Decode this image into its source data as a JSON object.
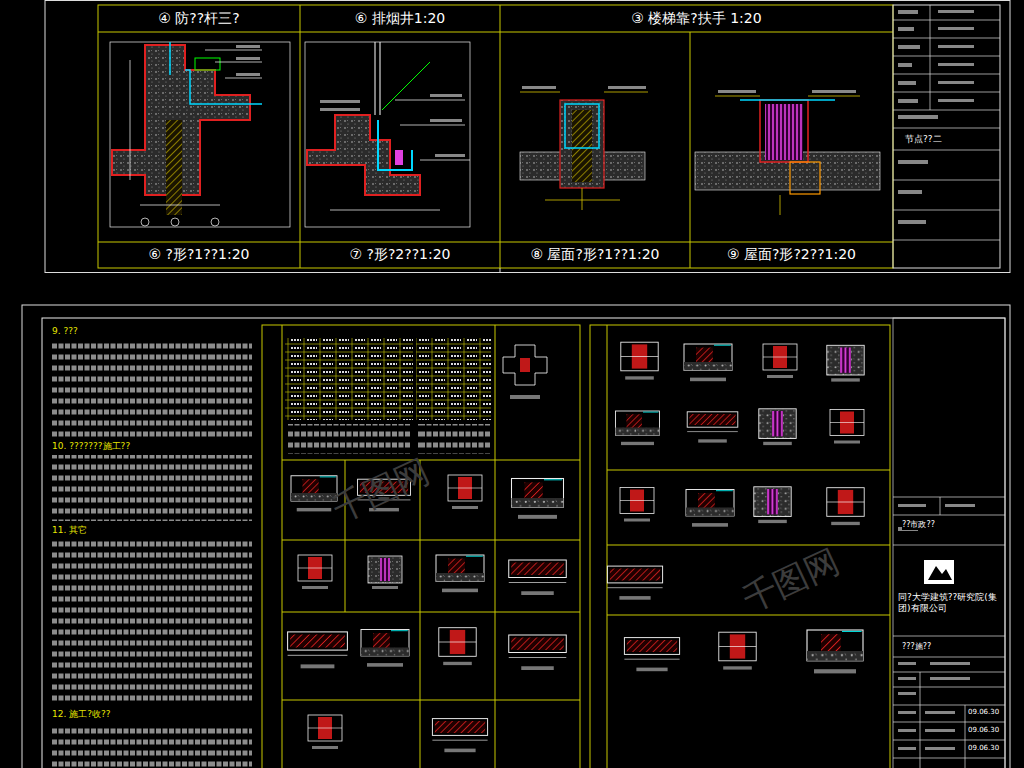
{
  "diagram": {
    "nodes": [
      {
        "text": [
          "④ 防??杆三?"
        ]
      },
      {
        "text": [
          "⑥ 排烟井1:20"
        ]
      },
      {
        "text": [
          "③ 楼梯靠?扶手 1:20"
        ]
      },
      {
        "text": [
          "⑥ ?形?1??1:20"
        ]
      },
      {
        "text": [
          "⑦ ?形?2??1:20"
        ]
      },
      {
        "text": [
          "⑧ 屋面?形?1??1:20"
        ]
      },
      {
        "text": [
          "⑨ 屋面?形?2??1:20"
        ]
      }
    ],
    "labels": [
      "9. ???",
      "10. ???????施工??",
      "11. 其它",
      "12. 施工?收??",
      "同?大学建筑??研究院(集团)有限公司",
      "??市政??",
      "???施??",
      "09.06.30",
      "09.06.30",
      "09.06.30",
      "节点??二",
      "千图网",
      "千图网"
    ]
  }
}
